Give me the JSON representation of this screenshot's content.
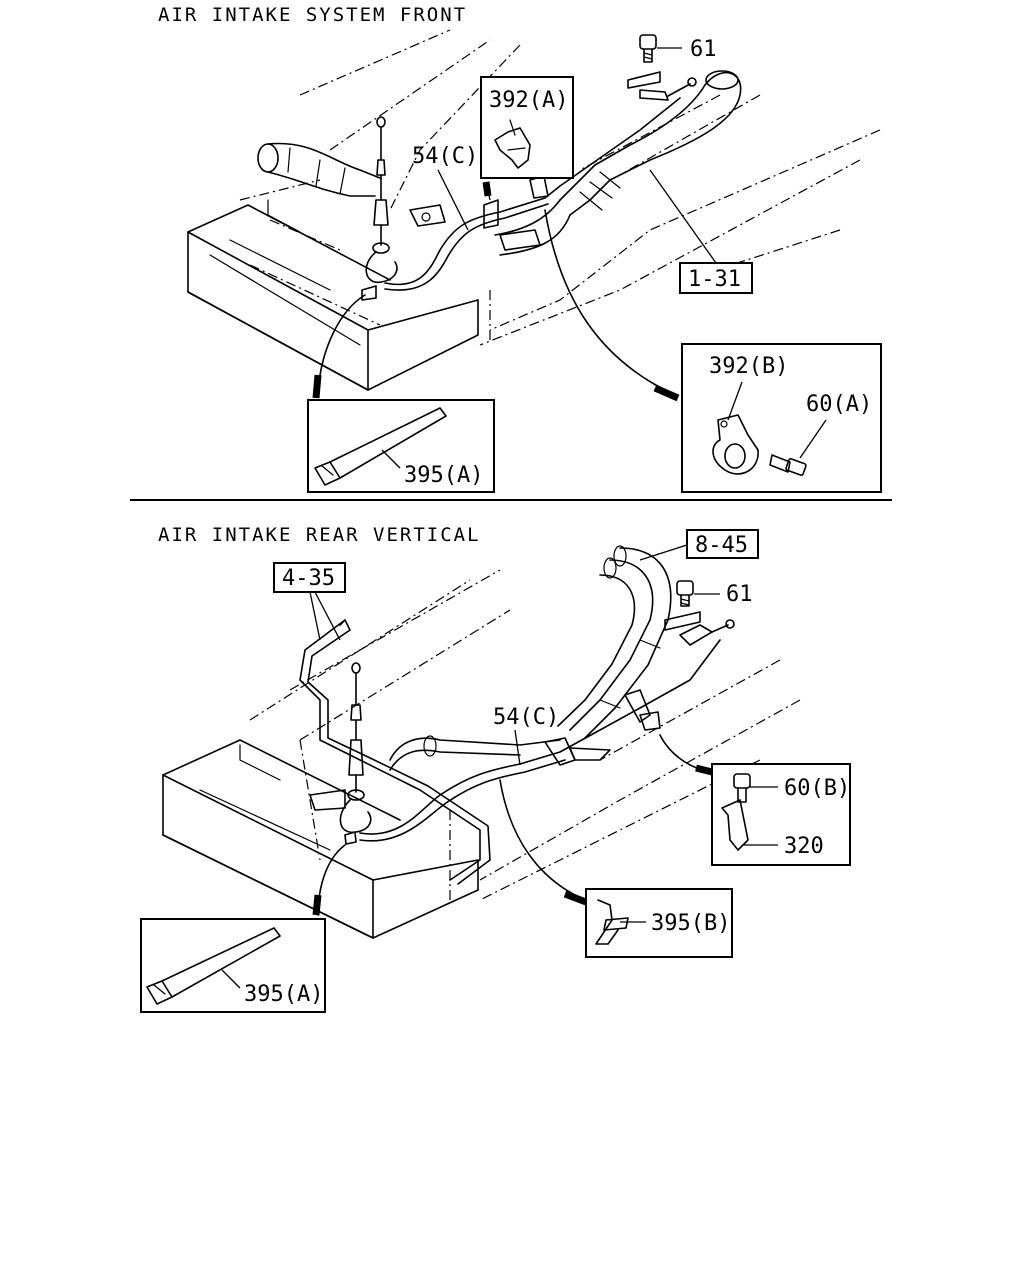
{
  "sections": {
    "front": {
      "title": "AIR INTAKE SYSTEM FRONT",
      "labels": {
        "p61": "61",
        "p392a": "392(A)",
        "p54c": "54(C)",
        "ref131": "1-31",
        "p392b": "392(B)",
        "p60a": "60(A)",
        "p395a": "395(A)"
      }
    },
    "rear": {
      "title": "AIR INTAKE REAR VERTICAL",
      "labels": {
        "ref845": "8-45",
        "p61": "61",
        "ref435": "4-35",
        "p54c": "54(C)",
        "p60b": "60(B)",
        "p320": "320",
        "p395b": "395(B)",
        "p395a": "395(A)"
      }
    }
  }
}
